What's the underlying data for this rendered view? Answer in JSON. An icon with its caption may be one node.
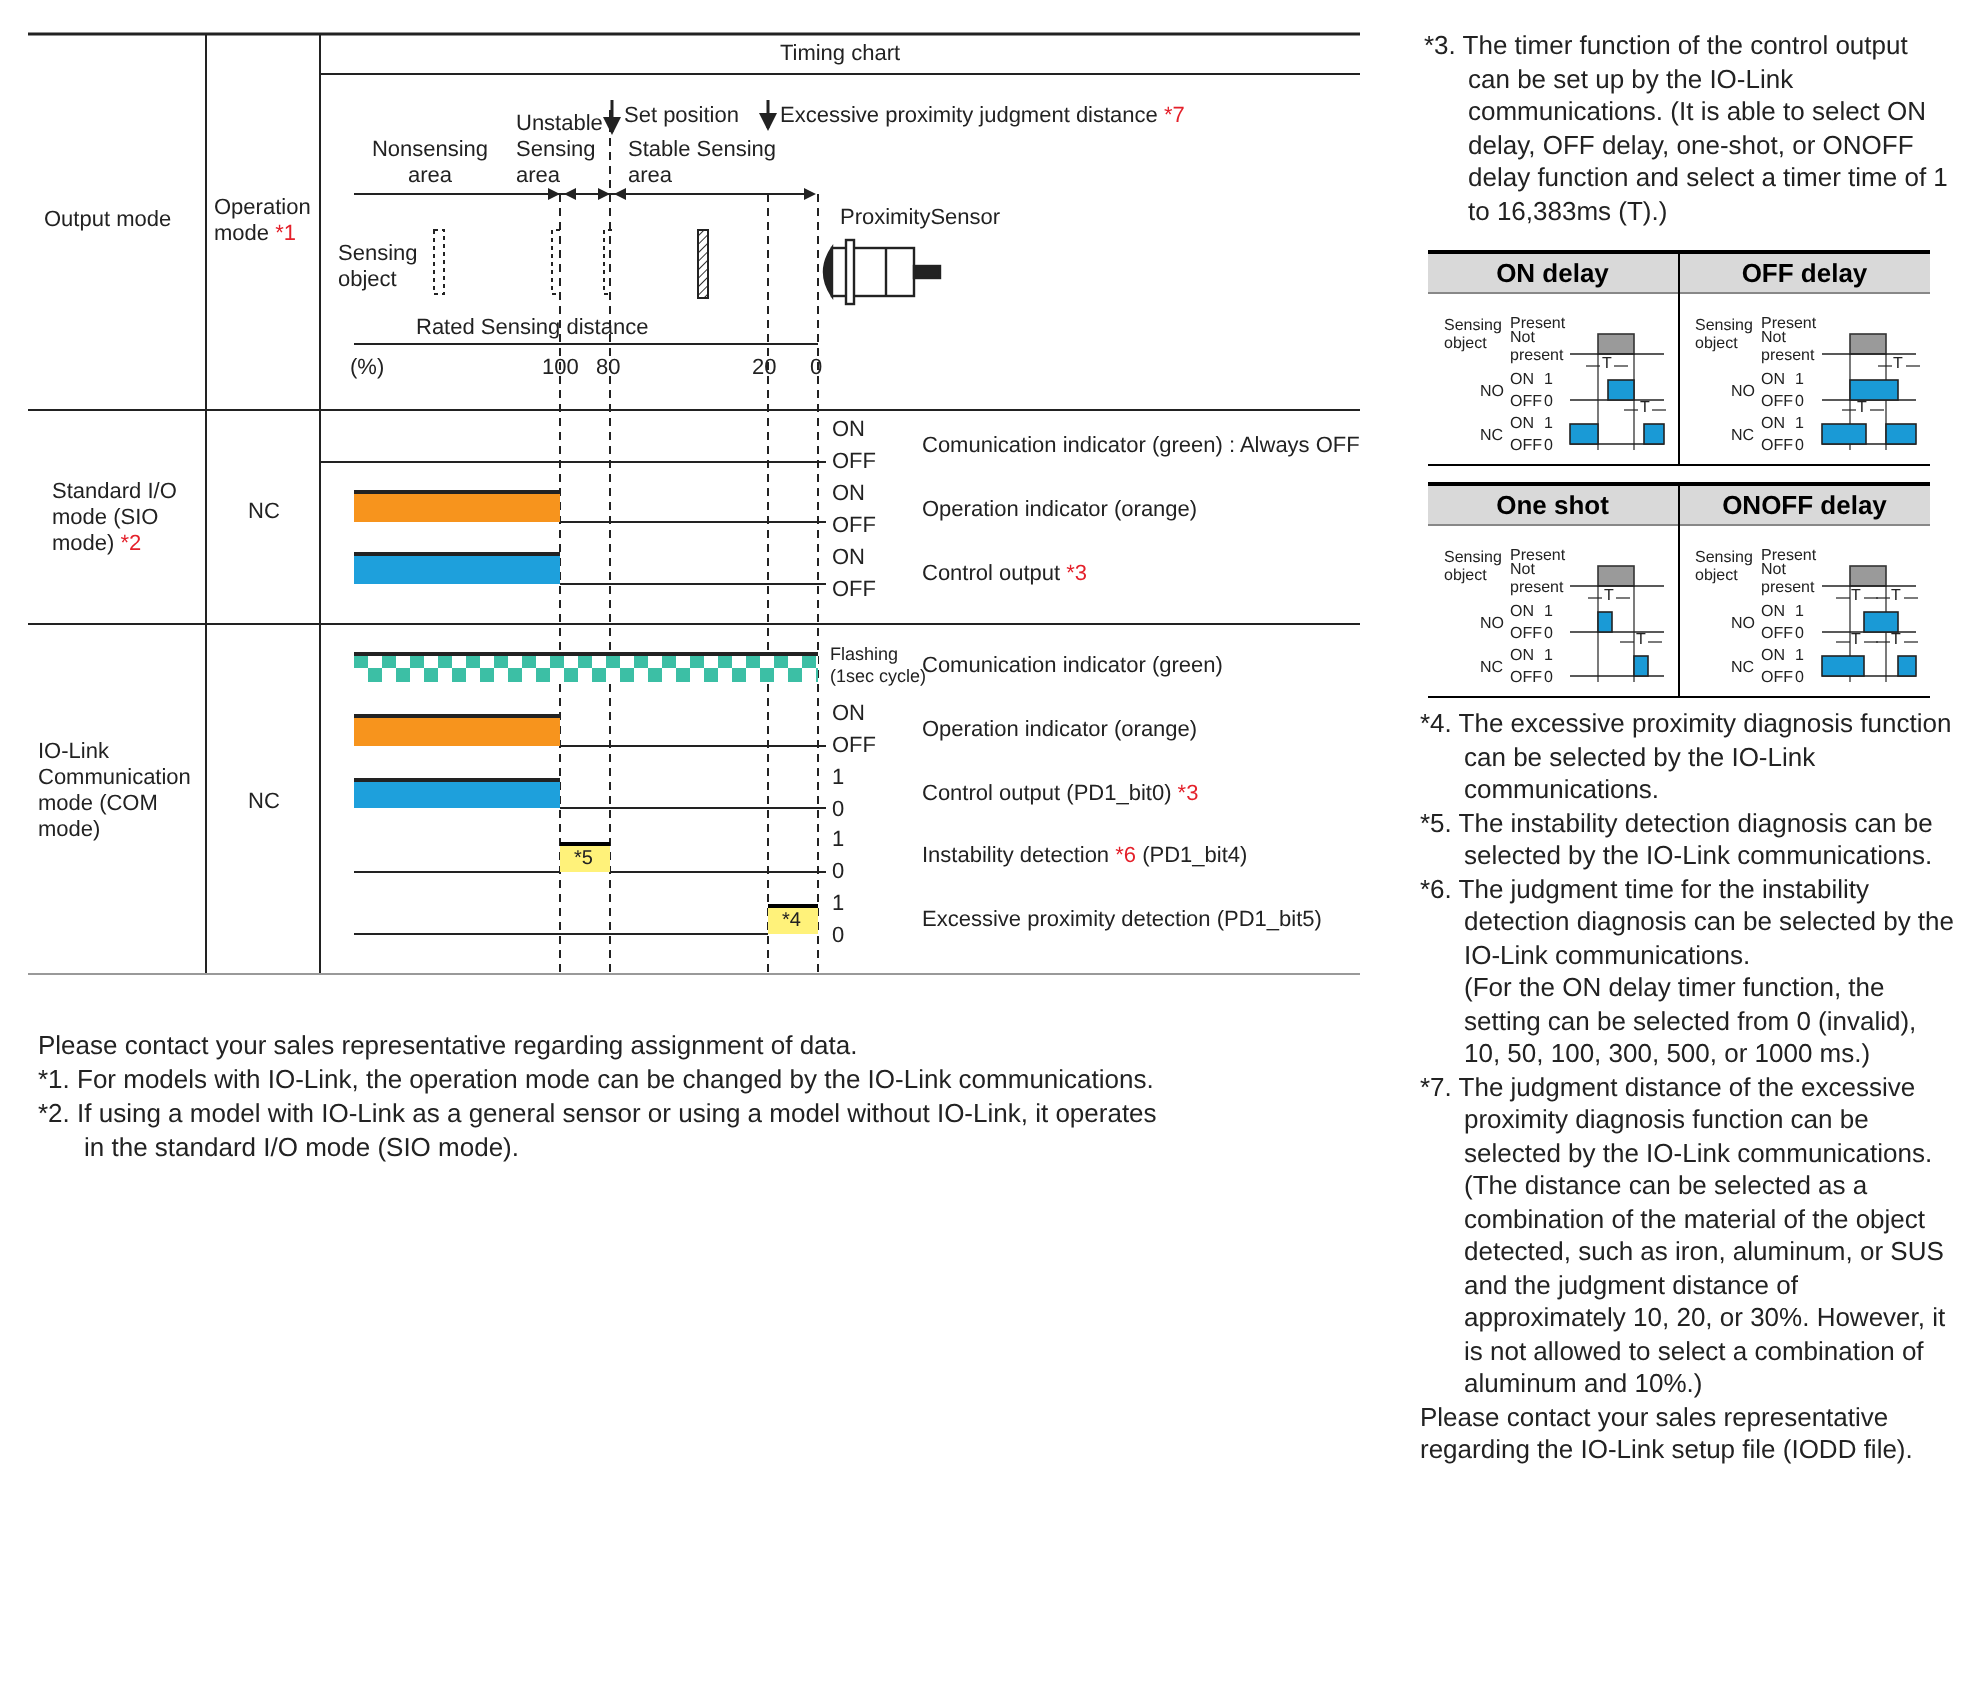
{
  "diagram": {
    "labels": [
      "Timing chart",
      "Output mode",
      "Operation mode *1",
      "Unstable Sensing area",
      "Set position",
      "Excessive proximity judgment distance *7",
      "Nonsensing area",
      "Stable Sensing area",
      "ProximitySensor",
      "Sensing object",
      "Rated Sensing distance",
      "(%)",
      "100",
      "80",
      "20",
      "0",
      "Standard I/O mode (SIO mode) *2",
      "NC",
      "ON",
      "OFF",
      "Comunication indicator (green) : Always OFF",
      "ON",
      "OFF",
      "Operation indicator (orange)",
      "ON",
      "OFF",
      "Control output *3",
      "IO-Link Communication mode (COM mode)",
      "NC",
      "Flashing (1sec cycle)",
      "Comunication indicator (green)",
      "ON",
      "OFF",
      "Operation indicator (orange)",
      "1",
      "0",
      "Control output (PD1_bit0) *3",
      "*5",
      "1",
      "0",
      "Instability detection *6 (PD1_bit4)",
      "*4",
      "1",
      "0",
      "Excessive proximity detection (PD1_bit5)",
      "Please contact your sales representative regarding assignment of data.",
      "*1. For models with IO-Link, the operation mode can be changed by the IO-Link communications.",
      "*2. If using a model with IO-Link as a general sensor or using a model without IO-Link, it operates in the standard I/O mode (SIO mode).",
      "*3. The timer function of the control output can be set up by the IO-Link communications. (It is able to select ON delay, OFF delay, one-shot, or ONOFF delay function and select a timer time of 1 to 16,383ms (T).)",
      "ON delay",
      "Sensing object",
      "Present",
      "Not present",
      "NO",
      "ON",
      "1",
      "OFF",
      "0",
      "NC",
      "ON",
      "1",
      "OFF",
      "0",
      "T",
      "T",
      "OFF delay",
      "Sensing object",
      "Present",
      "Not present",
      "NO",
      "ON",
      "1",
      "OFF",
      "0",
      "NC",
      "ON",
      "1",
      "OFF",
      "0",
      "T",
      "T",
      "One shot",
      "Sensing object",
      "Present",
      "Not present",
      "NO",
      "ON",
      "1",
      "OFF",
      "0",
      "NC",
      "ON",
      "1",
      "OFF",
      "0",
      "T",
      "T",
      "ONOFF delay",
      "Sensing object",
      "Present",
      "Not present",
      "NO",
      "ON",
      "1",
      "OFF",
      "0",
      "NC",
      "ON",
      "1",
      "OFF",
      "0",
      "T",
      "T",
      "T",
      "T",
      "*4. The excessive proximity diagnosis function can be selected by the IO-Link communications.",
      "*5. The instability detection diagnosis can be selected by the IO-Link communications.",
      "*6. The judgment time for the instability detection diagnosis can be selected by the IO-Link communications.",
      "(For the ON delay timer function, the setting can be selected from 0 (invalid), 10, 50, 100, 300, 500, or 1000 ms.)",
      "*7. The judgment distance of the excessive proximity diagnosis function can be selected by the IO-Link communications.",
      "(The distance can be selected as a combination of the material of the object detected, such as iron, aluminum, or SUS and the judgment distance of approximately 10, 20, or 30%. However, it is not allowed to select a combination of aluminum and 10%.)",
      "Please contact your sales representative regarding the IO-Link setup file (IODD file)."
    ]
  }
}
